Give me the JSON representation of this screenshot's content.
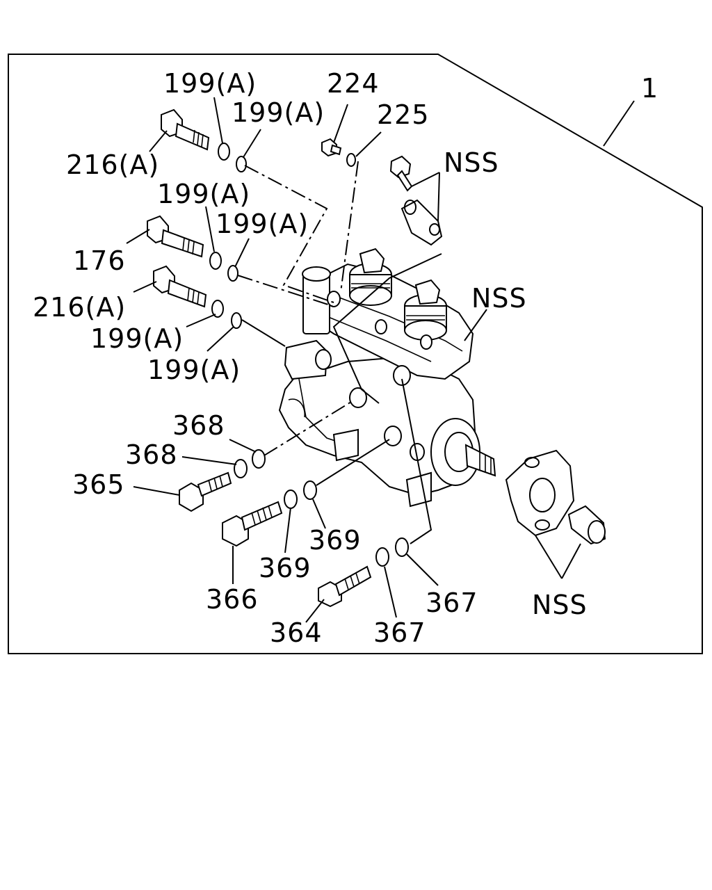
{
  "labels": {
    "assembly": "1",
    "l_199a_1": "199(A)",
    "l_199a_2": "199(A)",
    "l_199a_3": "199(A)",
    "l_199a_4": "199(A)",
    "l_199a_5": "199(A)",
    "l_199a_6": "199(A)",
    "l_216a_1": "216(A)",
    "l_216a_2": "216(A)",
    "l_176": "176",
    "l_224": "224",
    "l_225": "225",
    "l_nss_1": "NSS",
    "l_nss_2": "NSS",
    "l_nss_3": "NSS",
    "l_368_1": "368",
    "l_368_2": "368",
    "l_365": "365",
    "l_366": "366",
    "l_369_1": "369",
    "l_369_2": "369",
    "l_364": "364",
    "l_367_1": "367",
    "l_367_2": "367"
  }
}
